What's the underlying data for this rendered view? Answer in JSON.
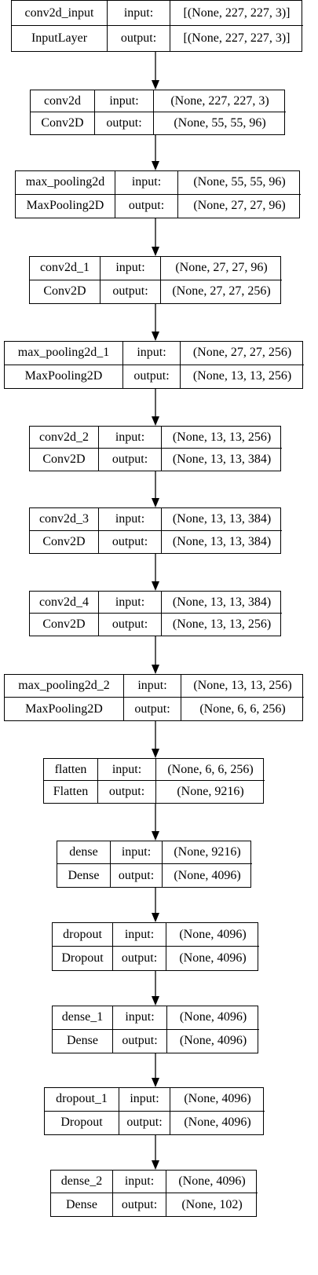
{
  "layers": [
    {
      "name": "conv2d_input",
      "type": "InputLayer",
      "input_label": "input:",
      "output_label": "output:",
      "input_shape": "[(None, 227, 227, 3)]",
      "output_shape": "[(None, 227, 227, 3)]"
    },
    {
      "name": "conv2d",
      "type": "Conv2D",
      "input_label": "input:",
      "output_label": "output:",
      "input_shape": "(None, 227, 227, 3)",
      "output_shape": "(None, 55, 55, 96)"
    },
    {
      "name": "max_pooling2d",
      "type": "MaxPooling2D",
      "input_label": "input:",
      "output_label": "output:",
      "input_shape": "(None, 55, 55, 96)",
      "output_shape": "(None, 27, 27, 96)"
    },
    {
      "name": "conv2d_1",
      "type": "Conv2D",
      "input_label": "input:",
      "output_label": "output:",
      "input_shape": "(None, 27, 27, 96)",
      "output_shape": "(None, 27, 27, 256)"
    },
    {
      "name": "max_pooling2d_1",
      "type": "MaxPooling2D",
      "input_label": "input:",
      "output_label": "output:",
      "input_shape": "(None, 27, 27, 256)",
      "output_shape": "(None, 13, 13, 256)"
    },
    {
      "name": "conv2d_2",
      "type": "Conv2D",
      "input_label": "input:",
      "output_label": "output:",
      "input_shape": "(None, 13, 13, 256)",
      "output_shape": "(None, 13, 13, 384)"
    },
    {
      "name": "conv2d_3",
      "type": "Conv2D",
      "input_label": "input:",
      "output_label": "output:",
      "input_shape": "(None, 13, 13, 384)",
      "output_shape": "(None, 13, 13, 384)"
    },
    {
      "name": "conv2d_4",
      "type": "Conv2D",
      "input_label": "input:",
      "output_label": "output:",
      "input_shape": "(None, 13, 13, 384)",
      "output_shape": "(None, 13, 13, 256)"
    },
    {
      "name": "max_pooling2d_2",
      "type": "MaxPooling2D",
      "input_label": "input:",
      "output_label": "output:",
      "input_shape": "(None, 13, 13, 256)",
      "output_shape": "(None, 6, 6, 256)"
    },
    {
      "name": "flatten",
      "type": "Flatten",
      "input_label": "input:",
      "output_label": "output:",
      "input_shape": "(None, 6, 6, 256)",
      "output_shape": "(None, 9216)"
    },
    {
      "name": "dense",
      "type": "Dense",
      "input_label": "input:",
      "output_label": "output:",
      "input_shape": "(None, 9216)",
      "output_shape": "(None, 4096)"
    },
    {
      "name": "dropout",
      "type": "Dropout",
      "input_label": "input:",
      "output_label": "output:",
      "input_shape": "(None, 4096)",
      "output_shape": "(None, 4096)"
    },
    {
      "name": "dense_1",
      "type": "Dense",
      "input_label": "input:",
      "output_label": "output:",
      "input_shape": "(None, 4096)",
      "output_shape": "(None, 4096)"
    },
    {
      "name": "dropout_1",
      "type": "Dropout",
      "input_label": "input:",
      "output_label": "output:",
      "input_shape": "(None, 4096)",
      "output_shape": "(None, 4096)"
    },
    {
      "name": "dense_2",
      "type": "Dense",
      "input_label": "input:",
      "output_label": "output:",
      "input_shape": "(None, 4096)",
      "output_shape": "(None, 102)"
    }
  ]
}
